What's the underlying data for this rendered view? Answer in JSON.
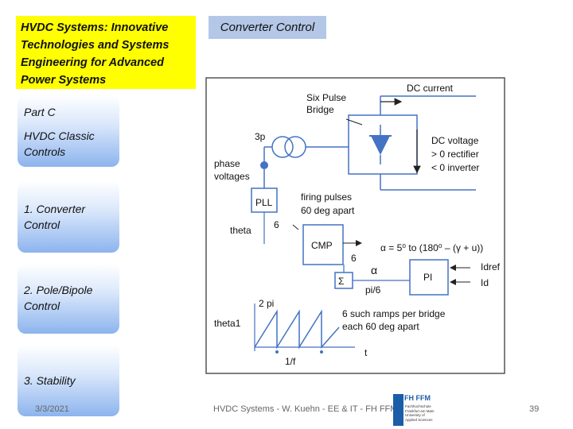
{
  "title_box": {
    "line1": "HVDC Systems: Innovative",
    "line2": "Technologies and Systems",
    "line3": "Engineering for Advanced",
    "line4": "Power Systems"
  },
  "section_header": "Converter Control",
  "nav": {
    "part_c": {
      "line1": "Part C",
      "line2": "HVDC Classic",
      "line3": "Controls"
    },
    "converter": {
      "line1": "1. Converter",
      "line2": "Control"
    },
    "pole": {
      "line1": "2. Pole/Bipole",
      "line2": "Control"
    },
    "stability": {
      "line1": "3. Stability"
    }
  },
  "diagram": {
    "six_pulse_1": "Six Pulse",
    "six_pulse_2": "Bridge",
    "dc_current": "DC current",
    "three_p": "3p",
    "dc_voltage": "DC voltage",
    "rectifier": "> 0 rectifier",
    "inverter": "< 0 inverter",
    "phase_1": "phase",
    "phase_2": "voltages",
    "pll": "PLL",
    "firing_1": "firing pulses",
    "firing_2": "60 deg apart",
    "theta": "theta",
    "six_a": "6",
    "cmp": "CMP",
    "alpha_formula": "α = 5⁰ to (180⁰ – (γ + u))",
    "alpha": "α",
    "six_b": "6",
    "idref": "Idref",
    "id": "Id",
    "pi": "PI",
    "sigma": "Σ",
    "pi6": "pi/6",
    "two_pi": "2 pi",
    "ramps_1": "6 such ramps per bridge",
    "ramps_2": "each 60 deg apart",
    "theta1": "theta1",
    "t": "t",
    "one_f": "1/f"
  },
  "footer": {
    "date": "3/3/2021",
    "text": "HVDC Systems - W. Kuehn - EE & IT - FH FFM",
    "logo_text": "FH FFM",
    "logo_sub1": "Fachhochschule",
    "logo_sub2": "Frankfurt am Main",
    "logo_sub3": "University of",
    "logo_sub4": "Applied Sciences",
    "page": "39"
  },
  "colors": {
    "title_bg": "#ffff00",
    "header_bg": "#b4c7e7",
    "nav_gradient_end": "#8db4ee",
    "diagram_accent": "#4472c4"
  }
}
